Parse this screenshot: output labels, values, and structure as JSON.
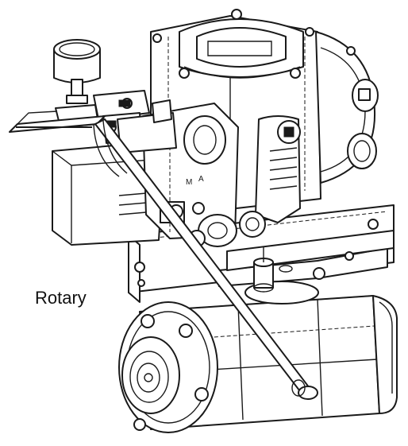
{
  "diagram": {
    "label": "Rotary",
    "part_marks": [
      "M",
      "A"
    ]
  }
}
